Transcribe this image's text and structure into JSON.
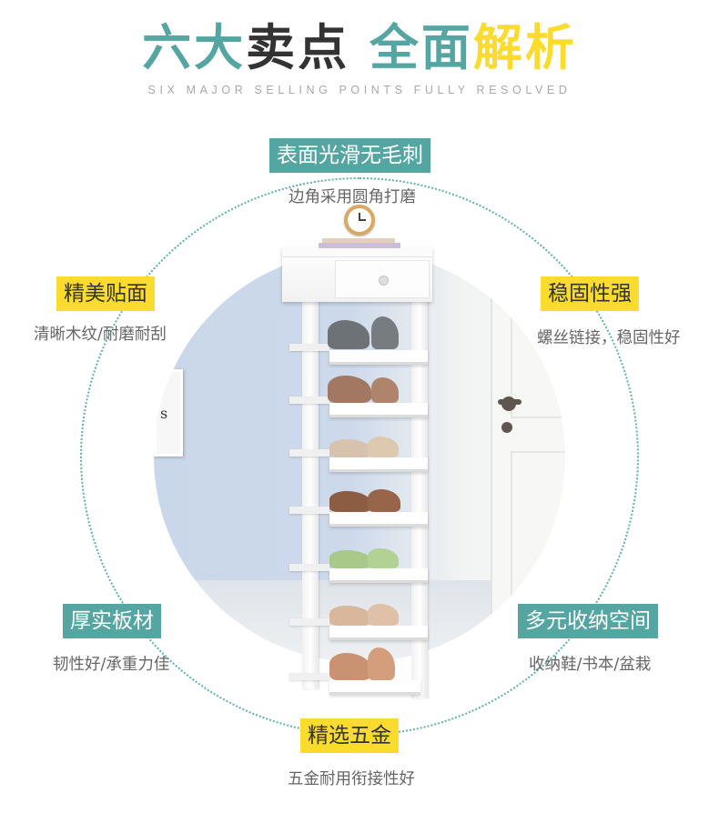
{
  "header": {
    "title_parts": [
      {
        "text": "六大",
        "color": "#55a6a2"
      },
      {
        "text": "卖点",
        "color": "#333333"
      },
      {
        "text": " 全面",
        "color": "#55a6a2"
      },
      {
        "text": "解析",
        "color": "#fbdb2d"
      }
    ],
    "subtitle": "SIX MAJOR SELLING POINTS FULLY RESOLVED"
  },
  "features": [
    {
      "id": "top",
      "label": "表面光滑无毛刺",
      "desc": "边角采用圆角打磨",
      "style": "teal"
    },
    {
      "id": "upper-left",
      "label": "精美贴面",
      "desc": "清晰木纹/耐磨耐刮",
      "style": "yellow"
    },
    {
      "id": "upper-right",
      "label": "稳固性强",
      "desc": "螺丝链接，稳固性好",
      "style": "yellow"
    },
    {
      "id": "lower-left",
      "label": "厚实板材",
      "desc": "韧性好/承重力佳",
      "style": "teal"
    },
    {
      "id": "lower-right",
      "label": "多元收纳空间",
      "desc": "收纳鞋/书本/盆栽",
      "style": "teal"
    },
    {
      "id": "bottom",
      "label": "精选五金",
      "desc": "五金耐用衔接性好",
      "style": "yellow"
    }
  ],
  "colors": {
    "accent_teal": "#55a6a2",
    "accent_yellow": "#fbdb2d",
    "ring": "#5cb2ac"
  },
  "image": {
    "subject": "white-shoe-rack-icon"
  }
}
